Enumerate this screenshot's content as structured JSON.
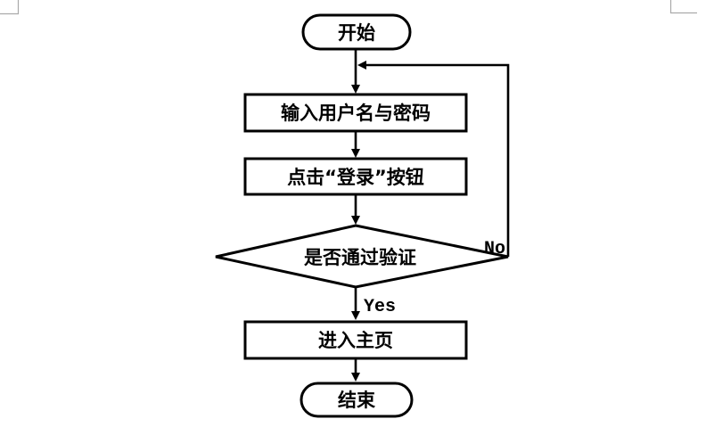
{
  "flowchart": {
    "nodes": {
      "start": {
        "label": "开始",
        "type": "terminator"
      },
      "input": {
        "label": "输入用户名与密码",
        "type": "process"
      },
      "click": {
        "label": "点击“登录”按钮",
        "type": "process"
      },
      "decision": {
        "label": "是否通过验证",
        "type": "decision"
      },
      "home": {
        "label": "进入主页",
        "type": "process"
      },
      "end": {
        "label": "结束",
        "type": "terminator"
      }
    },
    "edge_labels": {
      "yes": "Yes",
      "no": "No"
    }
  },
  "colors": {
    "stroke": "#000000",
    "background": "#ffffff",
    "corner_mark": "#aaaaaa"
  }
}
